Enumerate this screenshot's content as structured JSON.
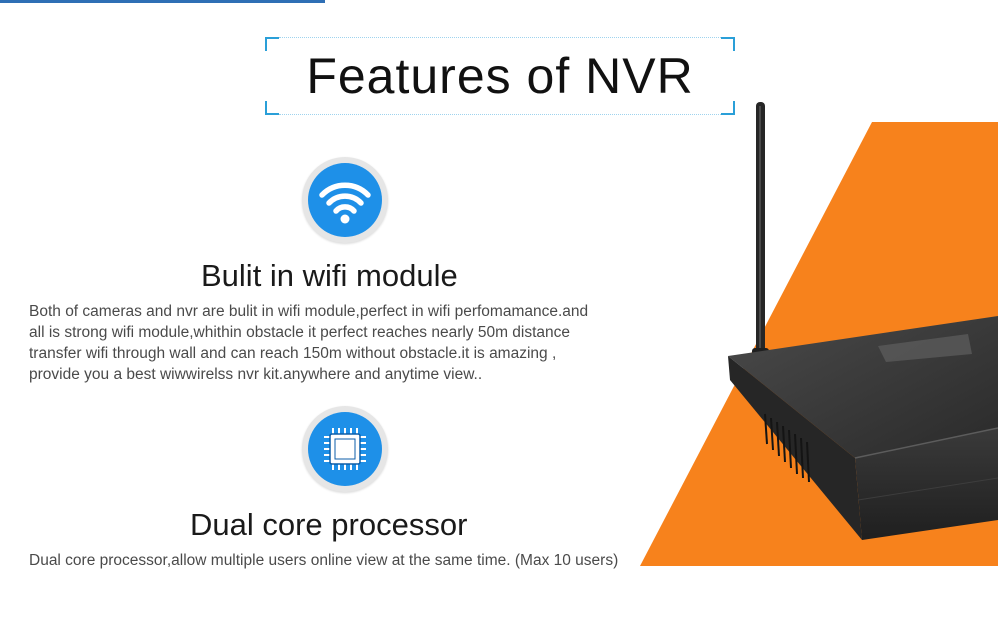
{
  "title": "Features of NVR",
  "features": [
    {
      "icon": "wifi-icon",
      "heading": "Bulit in wifi module",
      "lines": [
        "Both of cameras and nvr are bulit in wifi module,perfect in wifi perfomamance.and",
        "all is strong wifi module,whithin obstacle it perfect reaches nearly 50m distance",
        "transfer wifi through wall and can reach 150m without obstacle.it is amazing ,",
        "provide you a best wiwwirelss nvr kit.anywhere and anytime view.."
      ]
    },
    {
      "icon": "processor-chip-icon",
      "heading": "Dual core processor",
      "lines": [
        "Dual core processor,allow multiple users online view at the same time. (Max 10 users)"
      ]
    }
  ],
  "colors": {
    "accent_blue": "#1e90e8",
    "frame_blue": "#2a9fd8",
    "orange": "#f7821c",
    "device_black": "#2b2b2b"
  }
}
